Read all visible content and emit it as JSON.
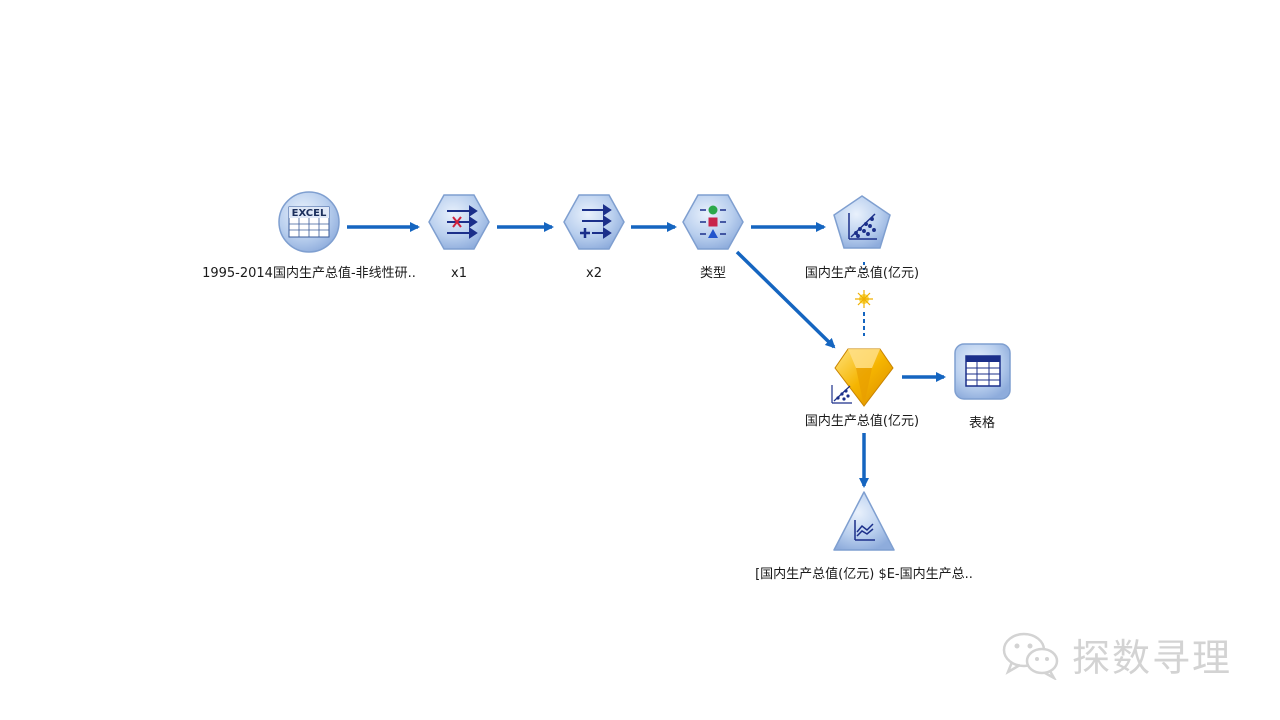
{
  "nodes": {
    "excel_source": {
      "label": "1995-2014国内生产总值-非线性研..",
      "icon": "excel-icon",
      "icon_text": "EXCEL"
    },
    "filter_x1": {
      "label": "x1",
      "icon": "filter-icon"
    },
    "derive_x2": {
      "label": "x2",
      "icon": "derive-icon"
    },
    "type_node": {
      "label": "类型",
      "icon": "type-icon"
    },
    "model_build": {
      "label": "国内生产总值(亿元)",
      "icon": "nonlinear-model-icon"
    },
    "model_nugget": {
      "label": "国内生产总值(亿元)",
      "icon": "model-nugget-icon"
    },
    "table_output": {
      "label": "表格",
      "icon": "table-icon"
    },
    "analysis_output": {
      "label": "[国内生产总值(亿元) $E-国内生产总..",
      "icon": "analysis-icon"
    }
  },
  "colors": {
    "link": "#1565c0",
    "node_fill": "#b7cdec",
    "node_stroke": "#7f9fd0",
    "nugget": "#f5b400",
    "watermark": "#d3d3d3"
  },
  "watermark": {
    "text": "探数寻理",
    "icon": "wechat-icon"
  }
}
